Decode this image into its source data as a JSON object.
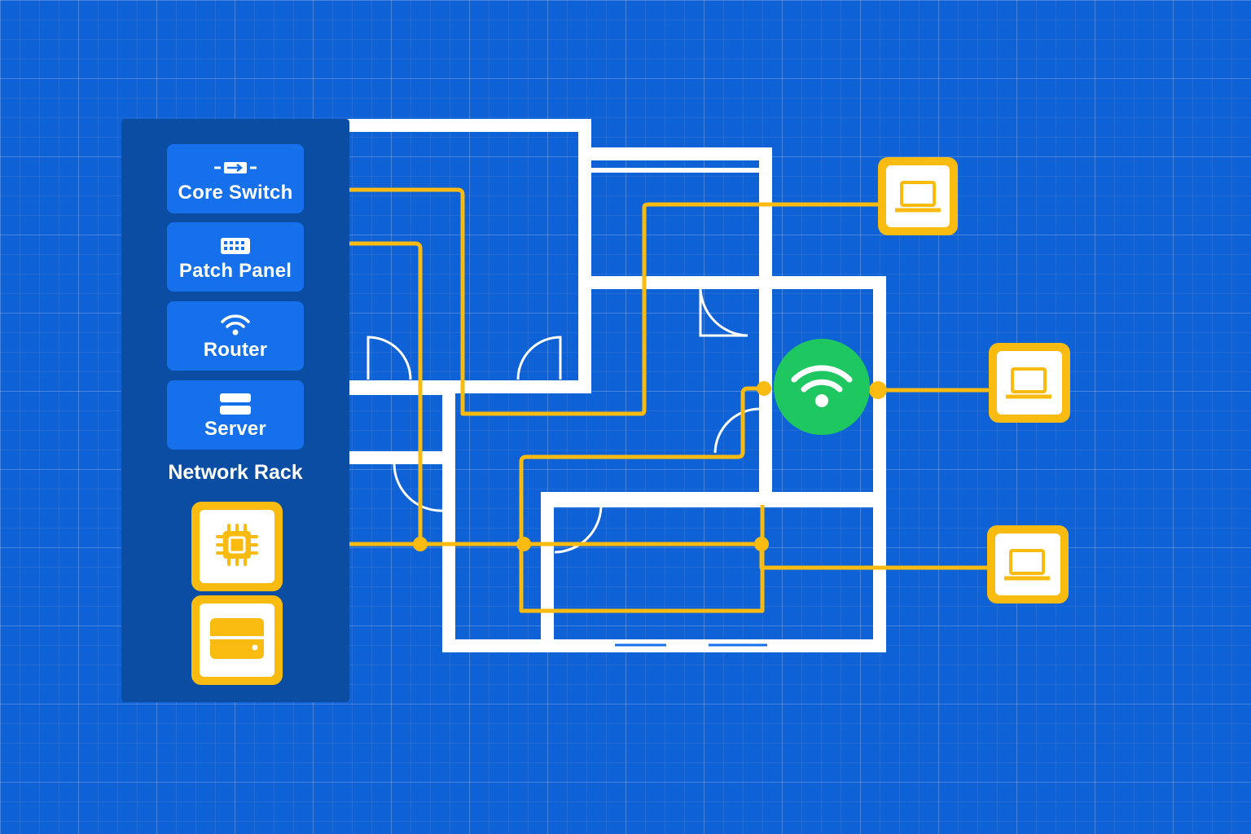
{
  "rack": {
    "title": "Network Rack",
    "items": [
      {
        "label": "Core Switch",
        "icon": "switch-icon"
      },
      {
        "label": "Patch Panel",
        "icon": "patch-panel-icon"
      },
      {
        "label": "Router",
        "icon": "router-wifi-icon"
      },
      {
        "label": "Server",
        "icon": "server-icon"
      }
    ],
    "devices": [
      {
        "icon": "chip-icon"
      },
      {
        "icon": "storage-icon"
      }
    ]
  },
  "endpoints": [
    {
      "icon": "laptop-icon"
    },
    {
      "icon": "laptop-icon"
    },
    {
      "icon": "laptop-icon"
    }
  ],
  "access_point": {
    "icon": "wifi-icon"
  },
  "colors": {
    "background": "#0f62d6",
    "panel": "#0a4da3",
    "button": "#1670ec",
    "cable": "#f9bb0f",
    "wall": "#ffffff",
    "access_point": "#1fc760"
  }
}
